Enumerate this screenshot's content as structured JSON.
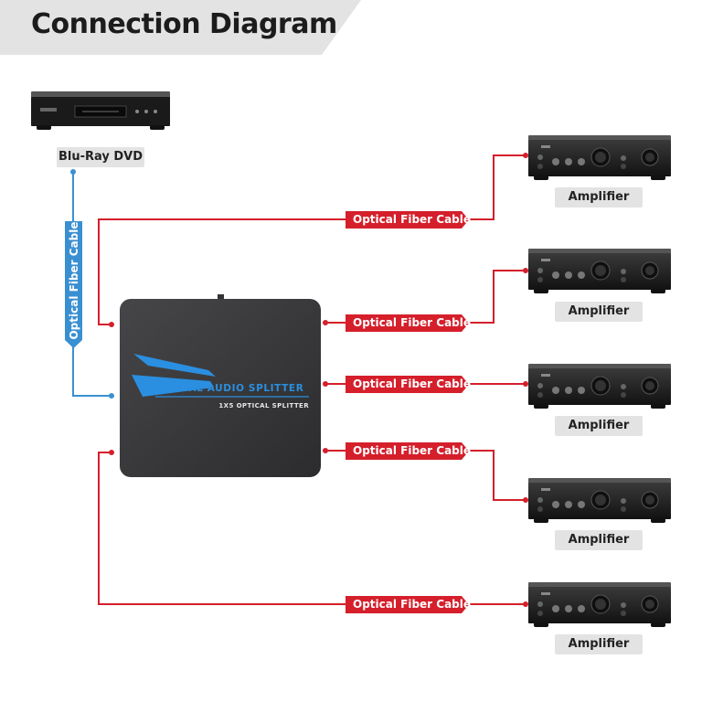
{
  "header": {
    "title": "Connection Diagram"
  },
  "source": {
    "label": "Blu-Ray DVD"
  },
  "splitter": {
    "brand": "DIGITAL AUDIO SPLITTER",
    "model": "1X5 OPTICAL SPLITTER"
  },
  "input_cable": {
    "label": "Optical Fiber Cable"
  },
  "outputs": [
    {
      "cable_label": "Optical Fiber Cable",
      "device_label": "Amplifier"
    },
    {
      "cable_label": "Optical Fiber Cable",
      "device_label": "Amplifier"
    },
    {
      "cable_label": "Optical Fiber Cable",
      "device_label": "Amplifier"
    },
    {
      "cable_label": "Optical Fiber Cable",
      "device_label": "Amplifier"
    },
    {
      "cable_label": "Optical Fiber Cable",
      "device_label": "Amplifier"
    }
  ],
  "colors": {
    "output_cable": "#d51f2b",
    "input_cable": "#3a8fd1",
    "header_banner": "#e3e3e3",
    "splitter_body": "#3a3a3c",
    "splitter_accent": "#2a8fe0"
  },
  "icons": {
    "source": "blu-ray-player-icon",
    "amplifier": "amplifier-icon",
    "splitter": "splitter-box-icon"
  }
}
